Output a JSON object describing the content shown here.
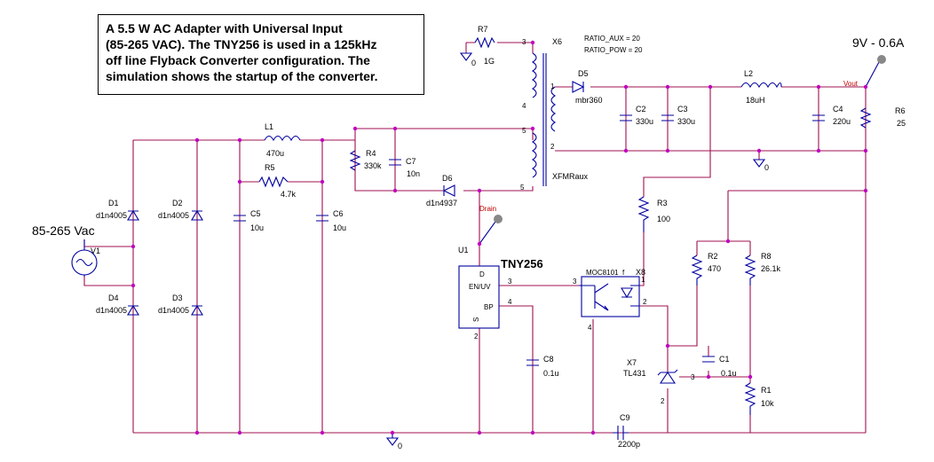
{
  "note": {
    "lines": [
      "A 5.5 W AC Adapter with Universal Input",
      "(85-265 VAC). The TNY256 is used in a 125kHz",
      "off line Flyback  Converter configuration. The",
      "simulation shows the startup of the converter."
    ]
  },
  "output_spec": "9V - 0.6A",
  "input_spec": "85-265 Vac",
  "components": {
    "r7": {
      "name": "R7",
      "value": "1G"
    },
    "x6": {
      "name": "X6",
      "ratio_aux": "RATIO_AUX = 20",
      "ratio_pow": "RATIO_POW = 20",
      "model": "XFMRaux"
    },
    "d5": {
      "name": "D5",
      "value": "mbr360"
    },
    "l2": {
      "name": "L2",
      "value": "18uH"
    },
    "c2": {
      "name": "C2",
      "value": "330u"
    },
    "c3": {
      "name": "C3",
      "value": "330u"
    },
    "c4": {
      "name": "C4",
      "value": "220u"
    },
    "r6": {
      "name": "R6",
      "value": "25"
    },
    "l1": {
      "name": "L1",
      "value": "470u"
    },
    "r5": {
      "name": "R5",
      "value": "4.7k"
    },
    "r4": {
      "name": "R4",
      "value": "330k"
    },
    "c7": {
      "name": "C7",
      "value": "10n"
    },
    "d6": {
      "name": "D6",
      "value": "d1n4937"
    },
    "d1": {
      "name": "D1",
      "value": "d1n4005"
    },
    "d2": {
      "name": "D2",
      "value": "d1n4005"
    },
    "d3": {
      "name": "D3",
      "value": "d1n4005"
    },
    "d4": {
      "name": "D4",
      "value": "d1n4005"
    },
    "c5": {
      "name": "C5",
      "value": "10u"
    },
    "c6": {
      "name": "C6",
      "value": "10u"
    },
    "v1": {
      "name": "V1"
    },
    "u1": {
      "name": "U1",
      "part": "TNY256",
      "pin_d": "D",
      "pin_en": "EN/UV",
      "pin_bp": "BP",
      "pin_s": "S"
    },
    "r3": {
      "name": "R3",
      "value": "100"
    },
    "x8": {
      "name": "X8",
      "part": "MOC8101",
      "suffix": "f"
    },
    "r2": {
      "name": "R2",
      "value": "470"
    },
    "r8": {
      "name": "R8",
      "value": "26.1k"
    },
    "c8": {
      "name": "C8",
      "value": "0.1u"
    },
    "x7": {
      "name": "X7",
      "part": "TL431"
    },
    "c1": {
      "name": "C1",
      "value": "0.1u"
    },
    "r1": {
      "name": "R1",
      "value": "10k"
    },
    "c9": {
      "name": "C9",
      "value": "2200p"
    }
  },
  "nets": {
    "vout": "Vout",
    "drain": "Drain",
    "gnd": "0"
  },
  "pins": [
    "1",
    "2",
    "3",
    "4",
    "5"
  ],
  "colors": {
    "wire": "#a01050",
    "component": "#0000a0",
    "junction": "#c000c0",
    "net_label": "#c00000"
  }
}
